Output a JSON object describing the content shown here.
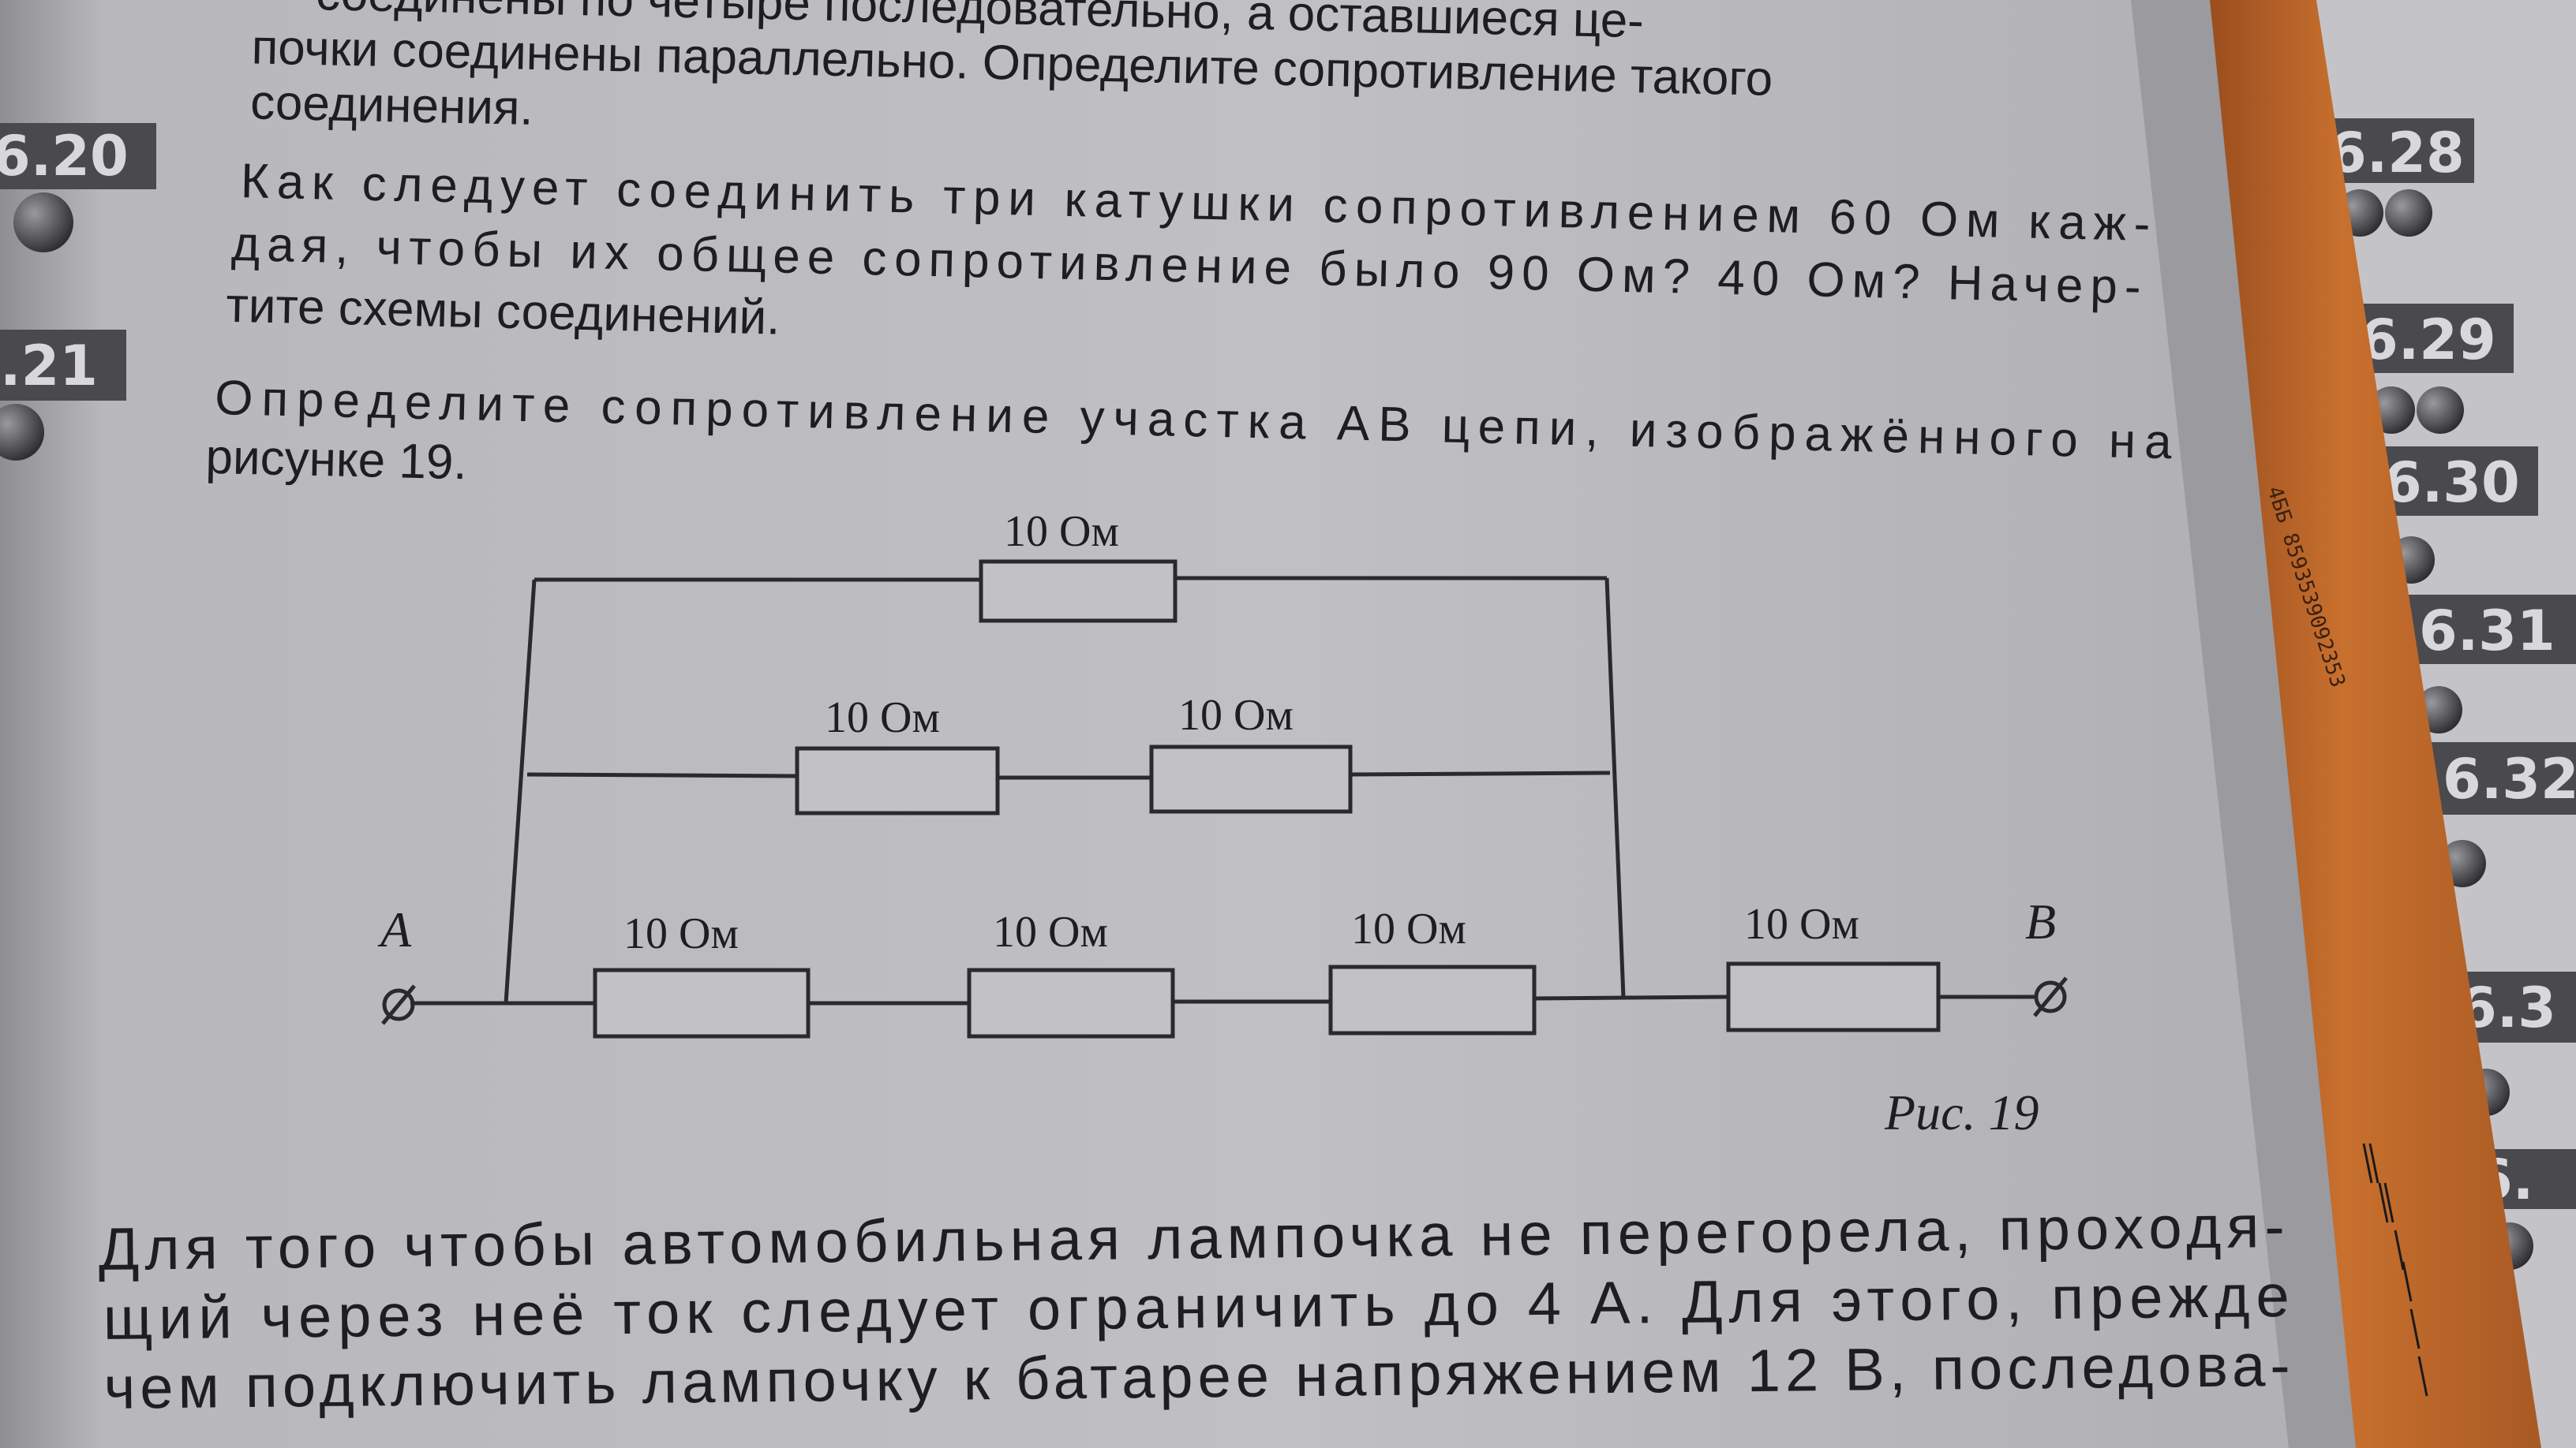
{
  "top_problem": {
    "lines": [
      "соединены по четыре последовательно, а оставшиеся це-",
      "почки соединены параллельно. Определите сопротивление такого",
      "соединения."
    ]
  },
  "problem_620": {
    "number": "6.20",
    "lines": [
      "Как следует соединить три катушки сопротивлением 60 Ом каж-",
      "дая, чтобы их общее сопротивление было 90 Ом? 40 Ом? Начер-",
      "тите схемы соединений."
    ]
  },
  "problem_621": {
    "number": ".21",
    "lines": [
      "Определите сопротивление участка AB цепи, изображённого на",
      "рисунке 19."
    ]
  },
  "figure": {
    "caption": "Рис. 19",
    "terminal_a": "A",
    "terminal_b": "B",
    "resistors": {
      "top": "10 Ом",
      "middle_1": "10 Ом",
      "middle_2": "10 Ом",
      "bottom_1": "10 Ом",
      "bottom_2": "10 Ом",
      "bottom_3": "10 Ом",
      "series_b": "10 Ом"
    }
  },
  "bottom_problem": {
    "lines": [
      "Для того чтобы автомобильная лампочка не перегорела, проходя-",
      "щий через неё ток следует ограничить до 4 А. Для этого, прежде",
      "чем подключить лампочку к батарее напряжением 12 В, последова-"
    ]
  },
  "margin_badges": [
    "6.28",
    "6.29",
    "6.30",
    "6.31",
    "6.32",
    "6.3",
    "6."
  ],
  "pencil": {
    "print": "4ББ 8593539092353"
  },
  "colors": {
    "paper": "#b4b4b8",
    "pencil": "#c46a2c",
    "badge": "#4a4a4e"
  }
}
